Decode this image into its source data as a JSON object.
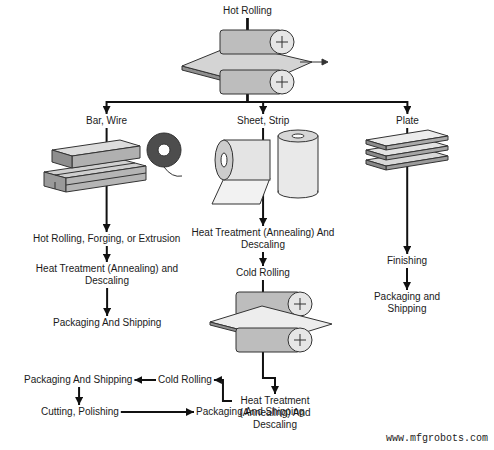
{
  "diagram": {
    "nodes": [
      {
        "text": [
          "Hot Rolling"
        ]
      },
      {
        "text": [
          "Bar, Wire"
        ]
      },
      {
        "text": [
          "Sheet, Strip"
        ]
      },
      {
        "text": [
          "Plate"
        ]
      },
      {
        "text": [
          "Hot Rolling, Forging, or Extrusion"
        ]
      },
      {
        "text": [
          "Heat Treatment (Annealing) and Descaling"
        ]
      },
      {
        "text": [
          "Packaging And Shipping"
        ]
      },
      {
        "text": [
          "Heat Treatment (Annealing) And Descaling"
        ]
      },
      {
        "text": [
          "Cold Rolling"
        ]
      },
      {
        "text": [
          "Finishing"
        ]
      },
      {
        "text": [
          "Packaging and Shipping"
        ]
      },
      {
        "text": [
          "Heat Treatment (Annealing) And Descaling"
        ]
      },
      {
        "text": [
          "Packaging And Shipping"
        ]
      },
      {
        "text": [
          "Cold Rolling"
        ]
      },
      {
        "text": [
          "Cutting, Polishing"
        ]
      },
      {
        "text": [
          "Packaging And Shipping"
        ]
      }
    ],
    "edges": [
      {
        "from": 0,
        "to": 1,
        "arrow": "to"
      },
      {
        "from": 0,
        "to": 2,
        "arrow": "to"
      },
      {
        "from": 0,
        "to": 3,
        "arrow": "to"
      },
      {
        "from": 1,
        "to": 4,
        "arrow": "to"
      },
      {
        "from": 4,
        "to": 5,
        "arrow": "to"
      },
      {
        "from": 5,
        "to": 6,
        "arrow": "to"
      },
      {
        "from": 2,
        "to": 7,
        "arrow": "to"
      },
      {
        "from": 7,
        "to": 8,
        "arrow": "to"
      },
      {
        "from": 8,
        "to": 11,
        "arrow": "to"
      },
      {
        "from": 11,
        "to": 13,
        "arrow": "to"
      },
      {
        "from": 13,
        "to": 12,
        "arrow": "to"
      },
      {
        "from": 12,
        "to": 14,
        "arrow": "to"
      },
      {
        "from": 14,
        "to": 15,
        "arrow": "to"
      },
      {
        "from": 3,
        "to": 9,
        "arrow": "to"
      },
      {
        "from": 9,
        "to": 10,
        "arrow": "to"
      }
    ],
    "labels": [
      "www.mfgrobots.com"
    ]
  }
}
